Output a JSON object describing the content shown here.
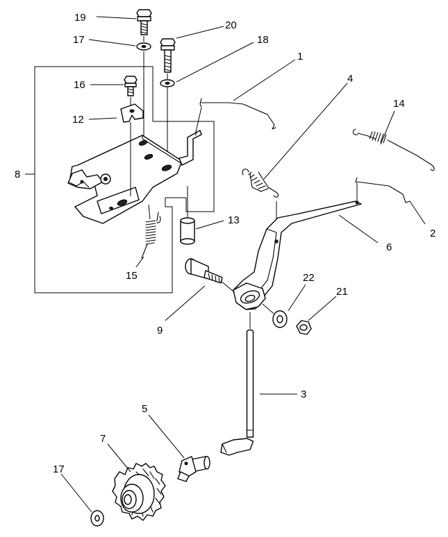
{
  "callouts": {
    "c1": "1",
    "c2": "2",
    "c3": "3",
    "c4": "4",
    "c5": "5",
    "c6": "6",
    "c7": "7",
    "c8": "8",
    "c9": "9",
    "c12": "12",
    "c13": "13",
    "c14": "14",
    "c15": "15",
    "c16": "16",
    "c17a": "17",
    "c17b": "17",
    "c18": "18",
    "c19": "19",
    "c20": "20",
    "c21": "21",
    "c22": "22"
  }
}
